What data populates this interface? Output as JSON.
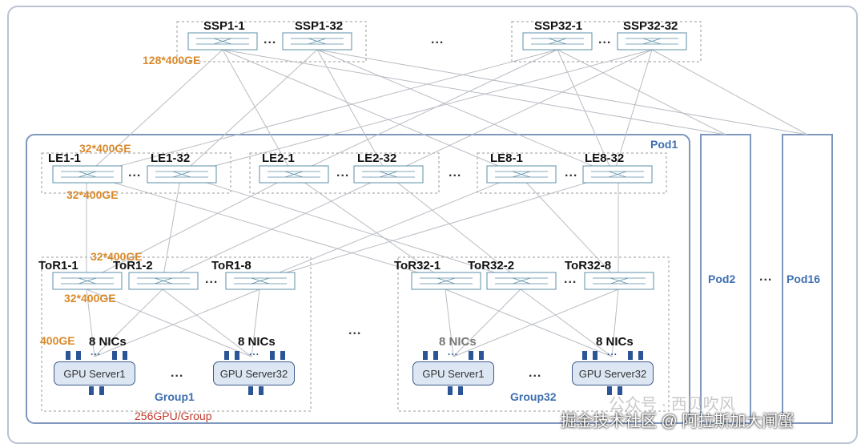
{
  "spine": {
    "group1": [
      "SSP1-1",
      "SSP1-32"
    ],
    "group2": [
      "SSP32-1",
      "SSP32-32"
    ],
    "uplink": "128*400GE"
  },
  "pod1": {
    "title": "Pod1",
    "leaf_groups": [
      [
        "LE1-1",
        "LE1-32"
      ],
      [
        "LE2-1",
        "LE2-32"
      ],
      [
        "LE8-1",
        "LE8-32"
      ]
    ],
    "leaf_up": "32*400GE",
    "leaf_down": "32*400GE",
    "tor_up": "32*400GE",
    "tor_down": "32*400GE",
    "tor_group1": [
      "ToR1-1",
      "ToR1-2",
      "ToR1-8"
    ],
    "tor_group2": [
      "ToR32-1",
      "ToR32-2",
      "ToR32-8"
    ],
    "nic_speed": "400GE",
    "nics_label": "8 NICs",
    "servers": [
      "GPU Server1",
      "GPU Server32",
      "GPU Server1",
      "GPU Server32"
    ],
    "group1_label": "Group1",
    "group32_label": "Group32",
    "group_capacity": "256GPU/Group"
  },
  "pods": [
    "Pod2",
    "Pod16"
  ],
  "ellipsis": "...",
  "watermark": "公众号 · 西贝吹风",
  "footer_credit": "掘金技术社区 @ 阿拉斯加大闸蟹",
  "colors": {
    "line": "#b8bcc4",
    "box_border": "#5b8fa8",
    "pod_border": "#7f97bd",
    "label_blue": "#3f6fb0",
    "orange": "#d98a2b",
    "red": "#c0392b"
  }
}
